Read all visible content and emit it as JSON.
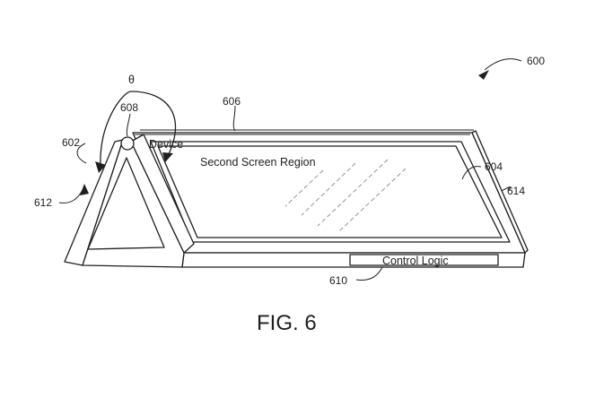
{
  "figure": {
    "caption": "FIG. 6",
    "angle_symbol": "θ"
  },
  "labels": {
    "device": "Device",
    "second_screen_region": "Second Screen Region",
    "control_logic": "Control Logic"
  },
  "reference_numerals": {
    "n600": "600",
    "n602": "602",
    "n604": "604",
    "n606": "606",
    "n608": "608",
    "n610": "610",
    "n612": "612",
    "n614": "614"
  }
}
